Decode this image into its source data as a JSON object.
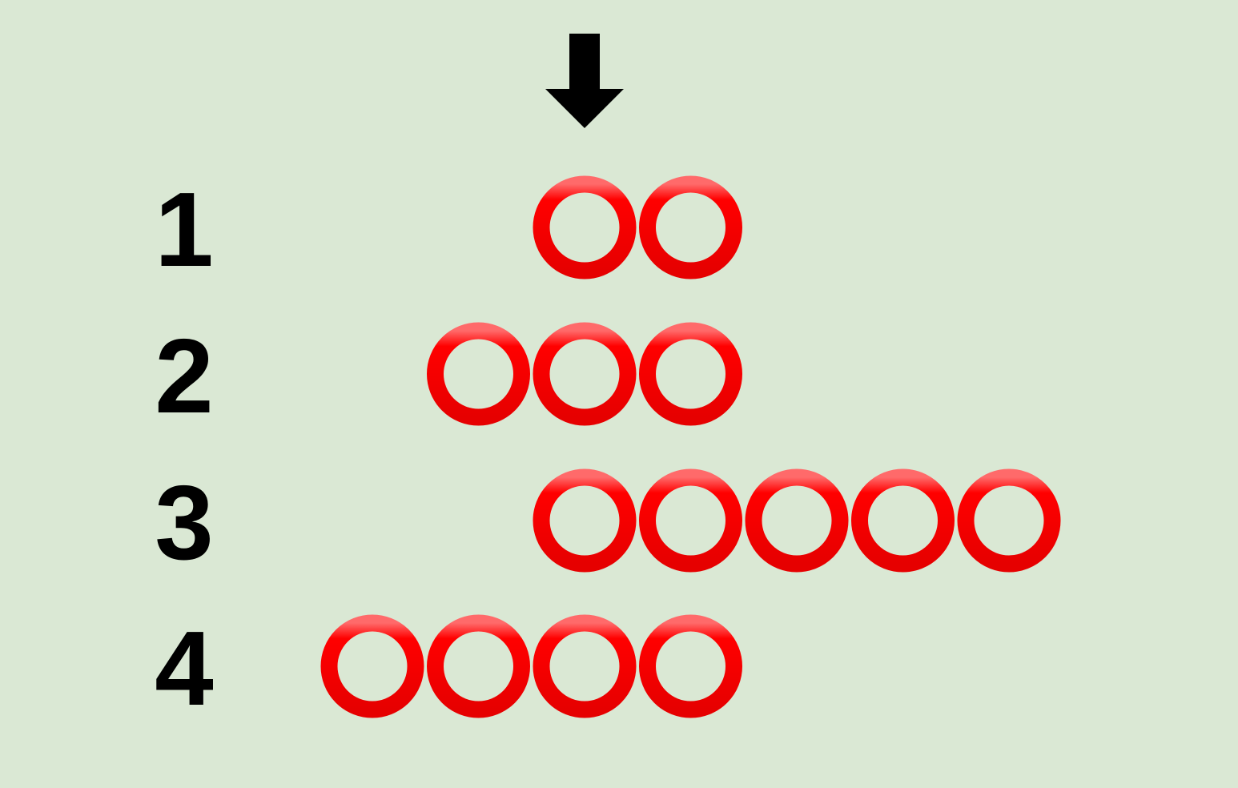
{
  "background": "#dae8d4",
  "ring_color": "#ff0000",
  "arrow_color": "#000000",
  "pointer": "down-arrow-icon",
  "rows": [
    {
      "label": "1",
      "start": 0,
      "count": 2
    },
    {
      "label": "2",
      "start": -1,
      "count": 3
    },
    {
      "label": "3",
      "start": 0,
      "count": 5
    },
    {
      "label": "4",
      "start": -2,
      "count": 4
    }
  ]
}
